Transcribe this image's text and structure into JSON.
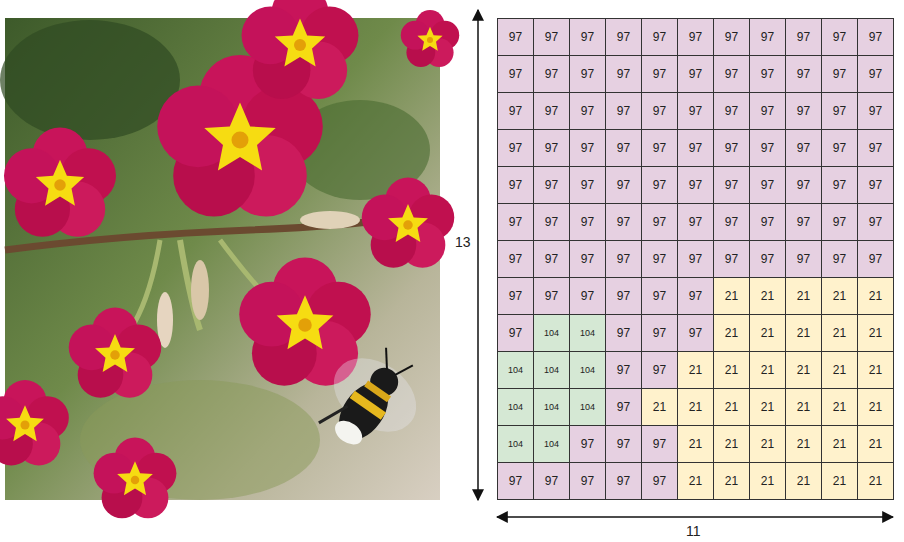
{
  "diagram": {
    "labels": [
      "97",
      "97",
      "97",
      "97",
      "97",
      "97",
      "97",
      "97",
      "97",
      "97",
      "97",
      "97",
      "97",
      "97",
      "97",
      "97",
      "97",
      "97",
      "97",
      "97",
      "97",
      "97",
      "97",
      "97",
      "97",
      "97",
      "97",
      "97",
      "97",
      "97",
      "97",
      "97",
      "97",
      "97",
      "97",
      "97",
      "97",
      "97",
      "97",
      "97",
      "97",
      "97",
      "97",
      "97",
      "97",
      "97",
      "97",
      "97",
      "97",
      "97",
      "97",
      "97",
      "97",
      "97",
      "97",
      "97",
      "97",
      "97",
      "97",
      "97",
      "97",
      "97",
      "97",
      "97",
      "97",
      "97",
      "97",
      "97",
      "97",
      "97",
      "97",
      "97",
      "97",
      "97",
      "97",
      "97",
      "97",
      "97",
      "97",
      "97",
      "97",
      "97",
      "97",
      "21",
      "21",
      "21",
      "21",
      "21",
      "97",
      "104",
      "104",
      "97",
      "97",
      "97",
      "21",
      "21",
      "21",
      "21",
      "21",
      "104",
      "104",
      "104",
      "97",
      "97",
      "21",
      "21",
      "21",
      "21",
      "21",
      "21",
      "104",
      "104",
      "104",
      "97",
      "21",
      "21",
      "21",
      "21",
      "21",
      "21",
      "21",
      "104",
      "104",
      "97",
      "97",
      "97",
      "21",
      "21",
      "21",
      "21",
      "21",
      "21",
      "97",
      "97",
      "97",
      "97",
      "97",
      "21",
      "21",
      "21",
      "21",
      "21",
      "21",
      "13",
      "11"
    ]
  }
}
